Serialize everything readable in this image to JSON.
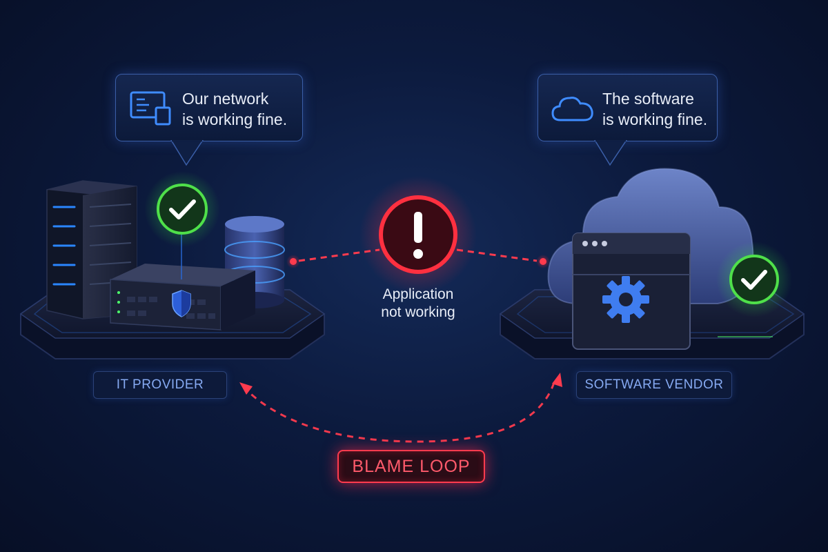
{
  "left_bubble": {
    "text": "Our network\nis working fine."
  },
  "right_bubble": {
    "text": "The software\nis working fine."
  },
  "center_status": {
    "text": "Application\nnot working"
  },
  "left_label": "IT PROVIDER",
  "right_label": "SOFTWARE VENDOR",
  "loop_label": "BLAME LOOP",
  "icons": {
    "left_bubble": "network-devices-icon",
    "right_bubble": "cloud-icon",
    "alert": "exclamation-icon",
    "checks": "check-icon",
    "shield": "shield-icon",
    "gear": "gear-icon"
  },
  "colors": {
    "background": "#0b1735",
    "alert_red": "#ff3040",
    "check_green": "#4fe04a",
    "accent_blue": "#3f7df0",
    "label_text": "#86aaf2"
  }
}
